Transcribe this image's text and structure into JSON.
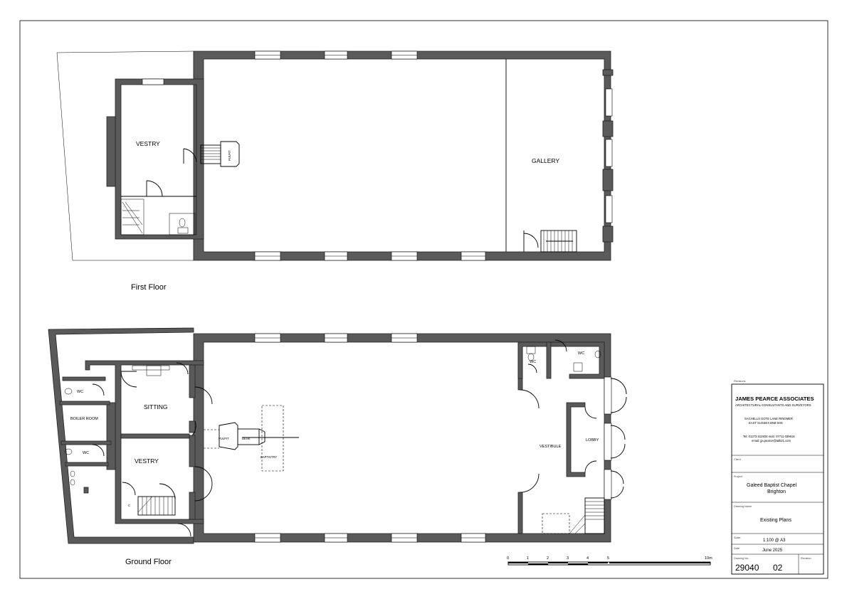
{
  "first_floor": {
    "caption": "First Floor",
    "rooms": {
      "vestry": "VESTRY",
      "gallery": "GALLERY",
      "pulpit": "PULPIT"
    }
  },
  "ground_floor": {
    "caption": "Ground Floor",
    "rooms": {
      "sitting": "SITTING",
      "vestry": "VESTRY",
      "boiler_room": "BOILER ROOM",
      "wc": "WC",
      "vestibule": "VESTIBULE",
      "lobby": "LOBBY",
      "pulpit": "PULPIT",
      "desk": "DESK",
      "baptistry": "BAPTISTRY",
      "cupboard": "C"
    }
  },
  "scale_bar": {
    "ticks": [
      "0",
      "1",
      "2",
      "3",
      "4",
      "5",
      "10m"
    ]
  },
  "title_block": {
    "revisions_label": "Revisions",
    "firm_name": "JAMES PEARCE ASSOCIATES",
    "firm_tagline": "ARCHITECTURAL CONSULTANTS AND SURVEYORS",
    "address_line1": "SACHELLS      GOTE LANE      RINGMER",
    "address_line2": "EAST SUSSEX      BN8 5HX",
    "phone": "Tel: 01273 812934        mob: 07711 039616",
    "email": "email: jja.pearce@talk21.com",
    "client_label": "Client",
    "project_label": "Project",
    "project_line1": "Galeed Baptist Chapel",
    "project_line2": "Brighton",
    "drawing_name_label": "Drawing Name",
    "drawing_name": "Existing Plans",
    "scale_label": "Scale",
    "scale_value": "1:100 @ A3",
    "date_label": "Date",
    "date_value": "June 2025",
    "drawing_no_label": "Drawing No.",
    "drawing_no": "29040",
    "drawing_sheet": "02",
    "revision_label": "Revision"
  },
  "colors": {
    "wall": "#5a5a5a",
    "line": "#000000",
    "paper": "#ffffff"
  }
}
